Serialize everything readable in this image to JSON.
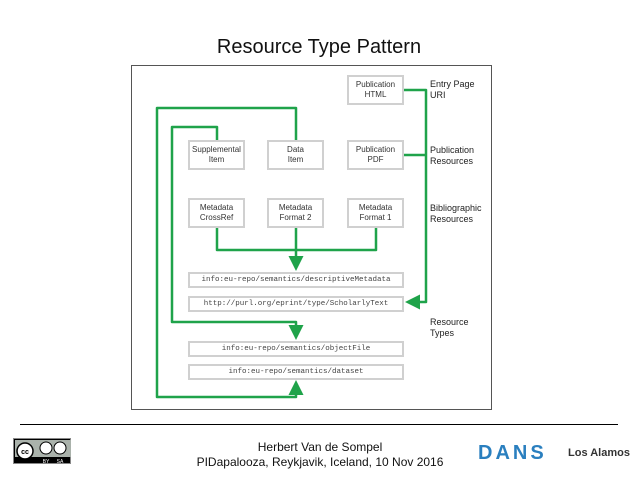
{
  "title": "Resource Type Pattern",
  "diagram": {
    "boxes": {
      "pub_html": [
        "Publication",
        "HTML"
      ],
      "supplemental": [
        "Supplemental",
        "Item"
      ],
      "data_item": [
        "Data",
        "Item"
      ],
      "pub_pdf": [
        "Publication",
        "PDF"
      ],
      "md_crossref": [
        "Metadata",
        "CrossRef"
      ],
      "md_format2": [
        "Metadata",
        "Format 2"
      ],
      "md_format1": [
        "Metadata",
        "Format 1"
      ]
    },
    "uris": [
      "info:eu-repo/semantics/descriptiveMetadata",
      "http://purl.org/eprint/type/ScholarlyText",
      "info:eu-repo/semantics/objectFile",
      "info:eu-repo/semantics/dataset"
    ],
    "labels": {
      "entry": [
        "Entry Page",
        "URI"
      ],
      "publication": [
        "Publication",
        "Resources"
      ],
      "bibliographic": [
        "Bibliographic",
        "Resources"
      ],
      "resource_types": [
        "Resource",
        "Types"
      ]
    },
    "line_color": "#1fa34a"
  },
  "footer": {
    "author": "Herbert Van de Sompel",
    "event": "PIDapalooza, Reykjavik, Iceland, 10 Nov 2016",
    "license_badge": "CC BY SA",
    "logos": [
      "DANS",
      "Los Alamos"
    ]
  }
}
